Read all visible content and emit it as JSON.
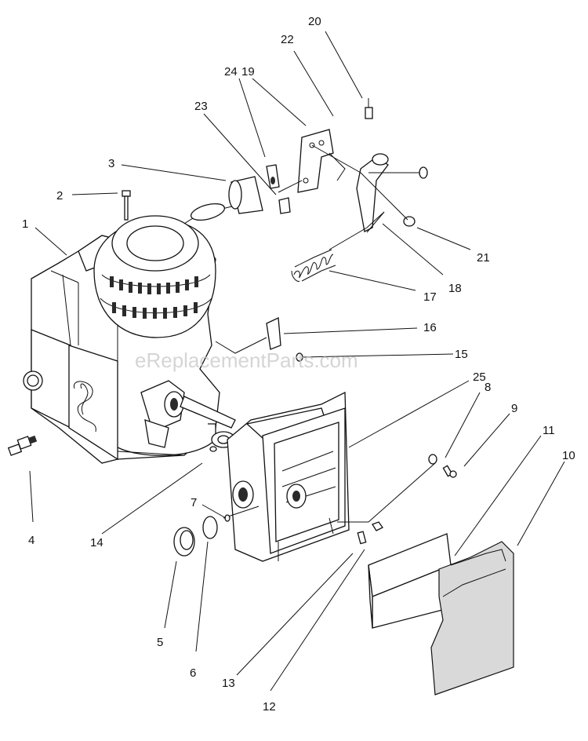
{
  "watermark": "eReplacementParts.com",
  "callouts": [
    {
      "id": "1",
      "label": "1"
    },
    {
      "id": "2",
      "label": "2"
    },
    {
      "id": "3",
      "label": "3"
    },
    {
      "id": "4",
      "label": "4"
    },
    {
      "id": "5",
      "label": "5"
    },
    {
      "id": "6",
      "label": "6"
    },
    {
      "id": "7",
      "label": "7"
    },
    {
      "id": "8",
      "label": "8"
    },
    {
      "id": "9",
      "label": "9"
    },
    {
      "id": "10",
      "label": "10"
    },
    {
      "id": "11",
      "label": "11"
    },
    {
      "id": "12",
      "label": "12"
    },
    {
      "id": "13",
      "label": "13"
    },
    {
      "id": "14",
      "label": "14"
    },
    {
      "id": "15",
      "label": "15"
    },
    {
      "id": "16",
      "label": "16"
    },
    {
      "id": "17",
      "label": "17"
    },
    {
      "id": "18",
      "label": "18"
    },
    {
      "id": "19",
      "label": "19"
    },
    {
      "id": "20",
      "label": "20"
    },
    {
      "id": "21",
      "label": "21"
    },
    {
      "id": "22",
      "label": "22"
    },
    {
      "id": "23",
      "label": "23"
    },
    {
      "id": "24",
      "label": "24"
    },
    {
      "id": "25",
      "label": "25"
    }
  ]
}
